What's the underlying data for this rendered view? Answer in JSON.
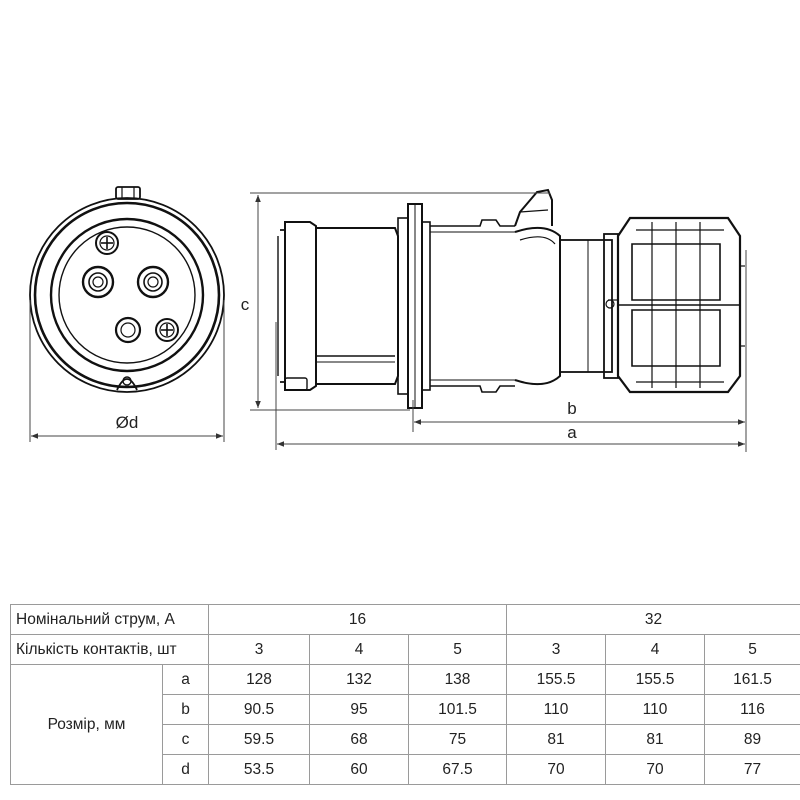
{
  "drawing": {
    "labels": {
      "diameter": "Ød",
      "length_a": "a",
      "length_b": "b",
      "height_c": "c"
    }
  },
  "table": {
    "rated_current_label": "Номінальний струм, А",
    "contacts_label": "Кількість контактів, шт",
    "size_label": "Розмір, мм",
    "currents": [
      "16",
      "32"
    ],
    "contacts": [
      "3",
      "4",
      "5",
      "3",
      "4",
      "5"
    ],
    "rows": [
      {
        "dim": "a",
        "values": [
          "128",
          "132",
          "138",
          "155.5",
          "155.5",
          "161.5"
        ]
      },
      {
        "dim": "b",
        "values": [
          "90.5",
          "95",
          "101.5",
          "110",
          "110",
          "116"
        ]
      },
      {
        "dim": "c",
        "values": [
          "59.5",
          "68",
          "75",
          "81",
          "81",
          "89"
        ]
      },
      {
        "dim": "d",
        "values": [
          "53.5",
          "60",
          "67.5",
          "70",
          "70",
          "77"
        ]
      }
    ]
  }
}
